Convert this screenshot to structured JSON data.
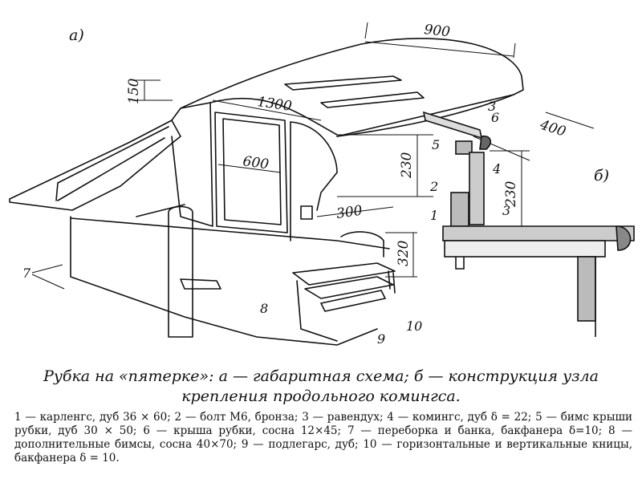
{
  "figure": {
    "panel_a": "а)",
    "panel_b": "б)",
    "dimensions": {
      "d900": "900",
      "d150": "150",
      "d1300": "1300",
      "d600": "600",
      "d230a": "230",
      "d300": "300",
      "d320": "320",
      "d400": "400",
      "d230b": "230"
    },
    "callouts": {
      "n1": "1",
      "n2": "2",
      "n3a": "3",
      "n3b": "3",
      "n4": "4",
      "n5": "5",
      "n6": "6",
      "n7": "7",
      "n8": "8",
      "n9": "9",
      "n10": "10"
    }
  },
  "caption": {
    "line1": "Рубка на «пятерке»: а — габаритная схема; б — конструкция узла",
    "line2": "крепления продольного комингса."
  },
  "legend": [
    "1 — карленгс, дуб 36 × 60;",
    "2 — болт М6, бронза;",
    "3 — равендух;",
    "4 — комингс, дуб δ = 22;",
    "5 — бимс крыши рубки, дуб 30 × 50;",
    "6 — крыша рубки, сосна 12×45;",
    "7 — переборка и банка, бакфанера δ=10;",
    "8 — дополнительные бимсы, сосна 40×70;",
    "9 — подлегарс, дуб;",
    "10 — горизонтальные и вертикальные кницы, бакфанера δ = 10."
  ]
}
